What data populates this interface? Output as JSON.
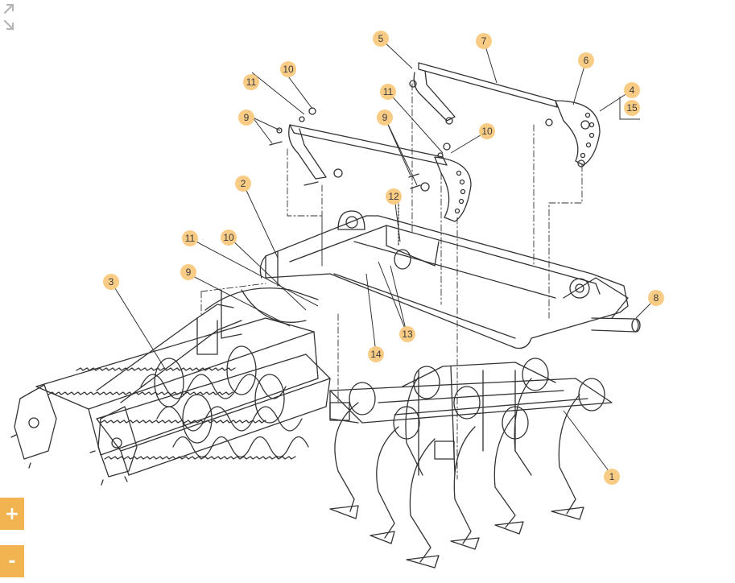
{
  "colors": {
    "accent": "#f2b451",
    "callout_fill": "#f9cc86",
    "line": "#333333",
    "background": "#ffffff"
  },
  "toolbar": {
    "fullscreen_icon": "expand-arrows-icon",
    "zoom_in_label": "+",
    "zoom_out_label": "-"
  },
  "callouts": {
    "c1": "1",
    "c2": "2",
    "c3": "3",
    "c4": "4",
    "c5": "5",
    "c6": "6",
    "c7": "7",
    "c8": "8",
    "c9a": "9",
    "c9b": "9",
    "c9c": "9",
    "c10a": "10",
    "c10b": "10",
    "c10c": "10",
    "c11a": "11",
    "c11b": "11",
    "c11c": "11",
    "c12": "12",
    "c13": "13",
    "c14": "14",
    "c15": "15"
  }
}
